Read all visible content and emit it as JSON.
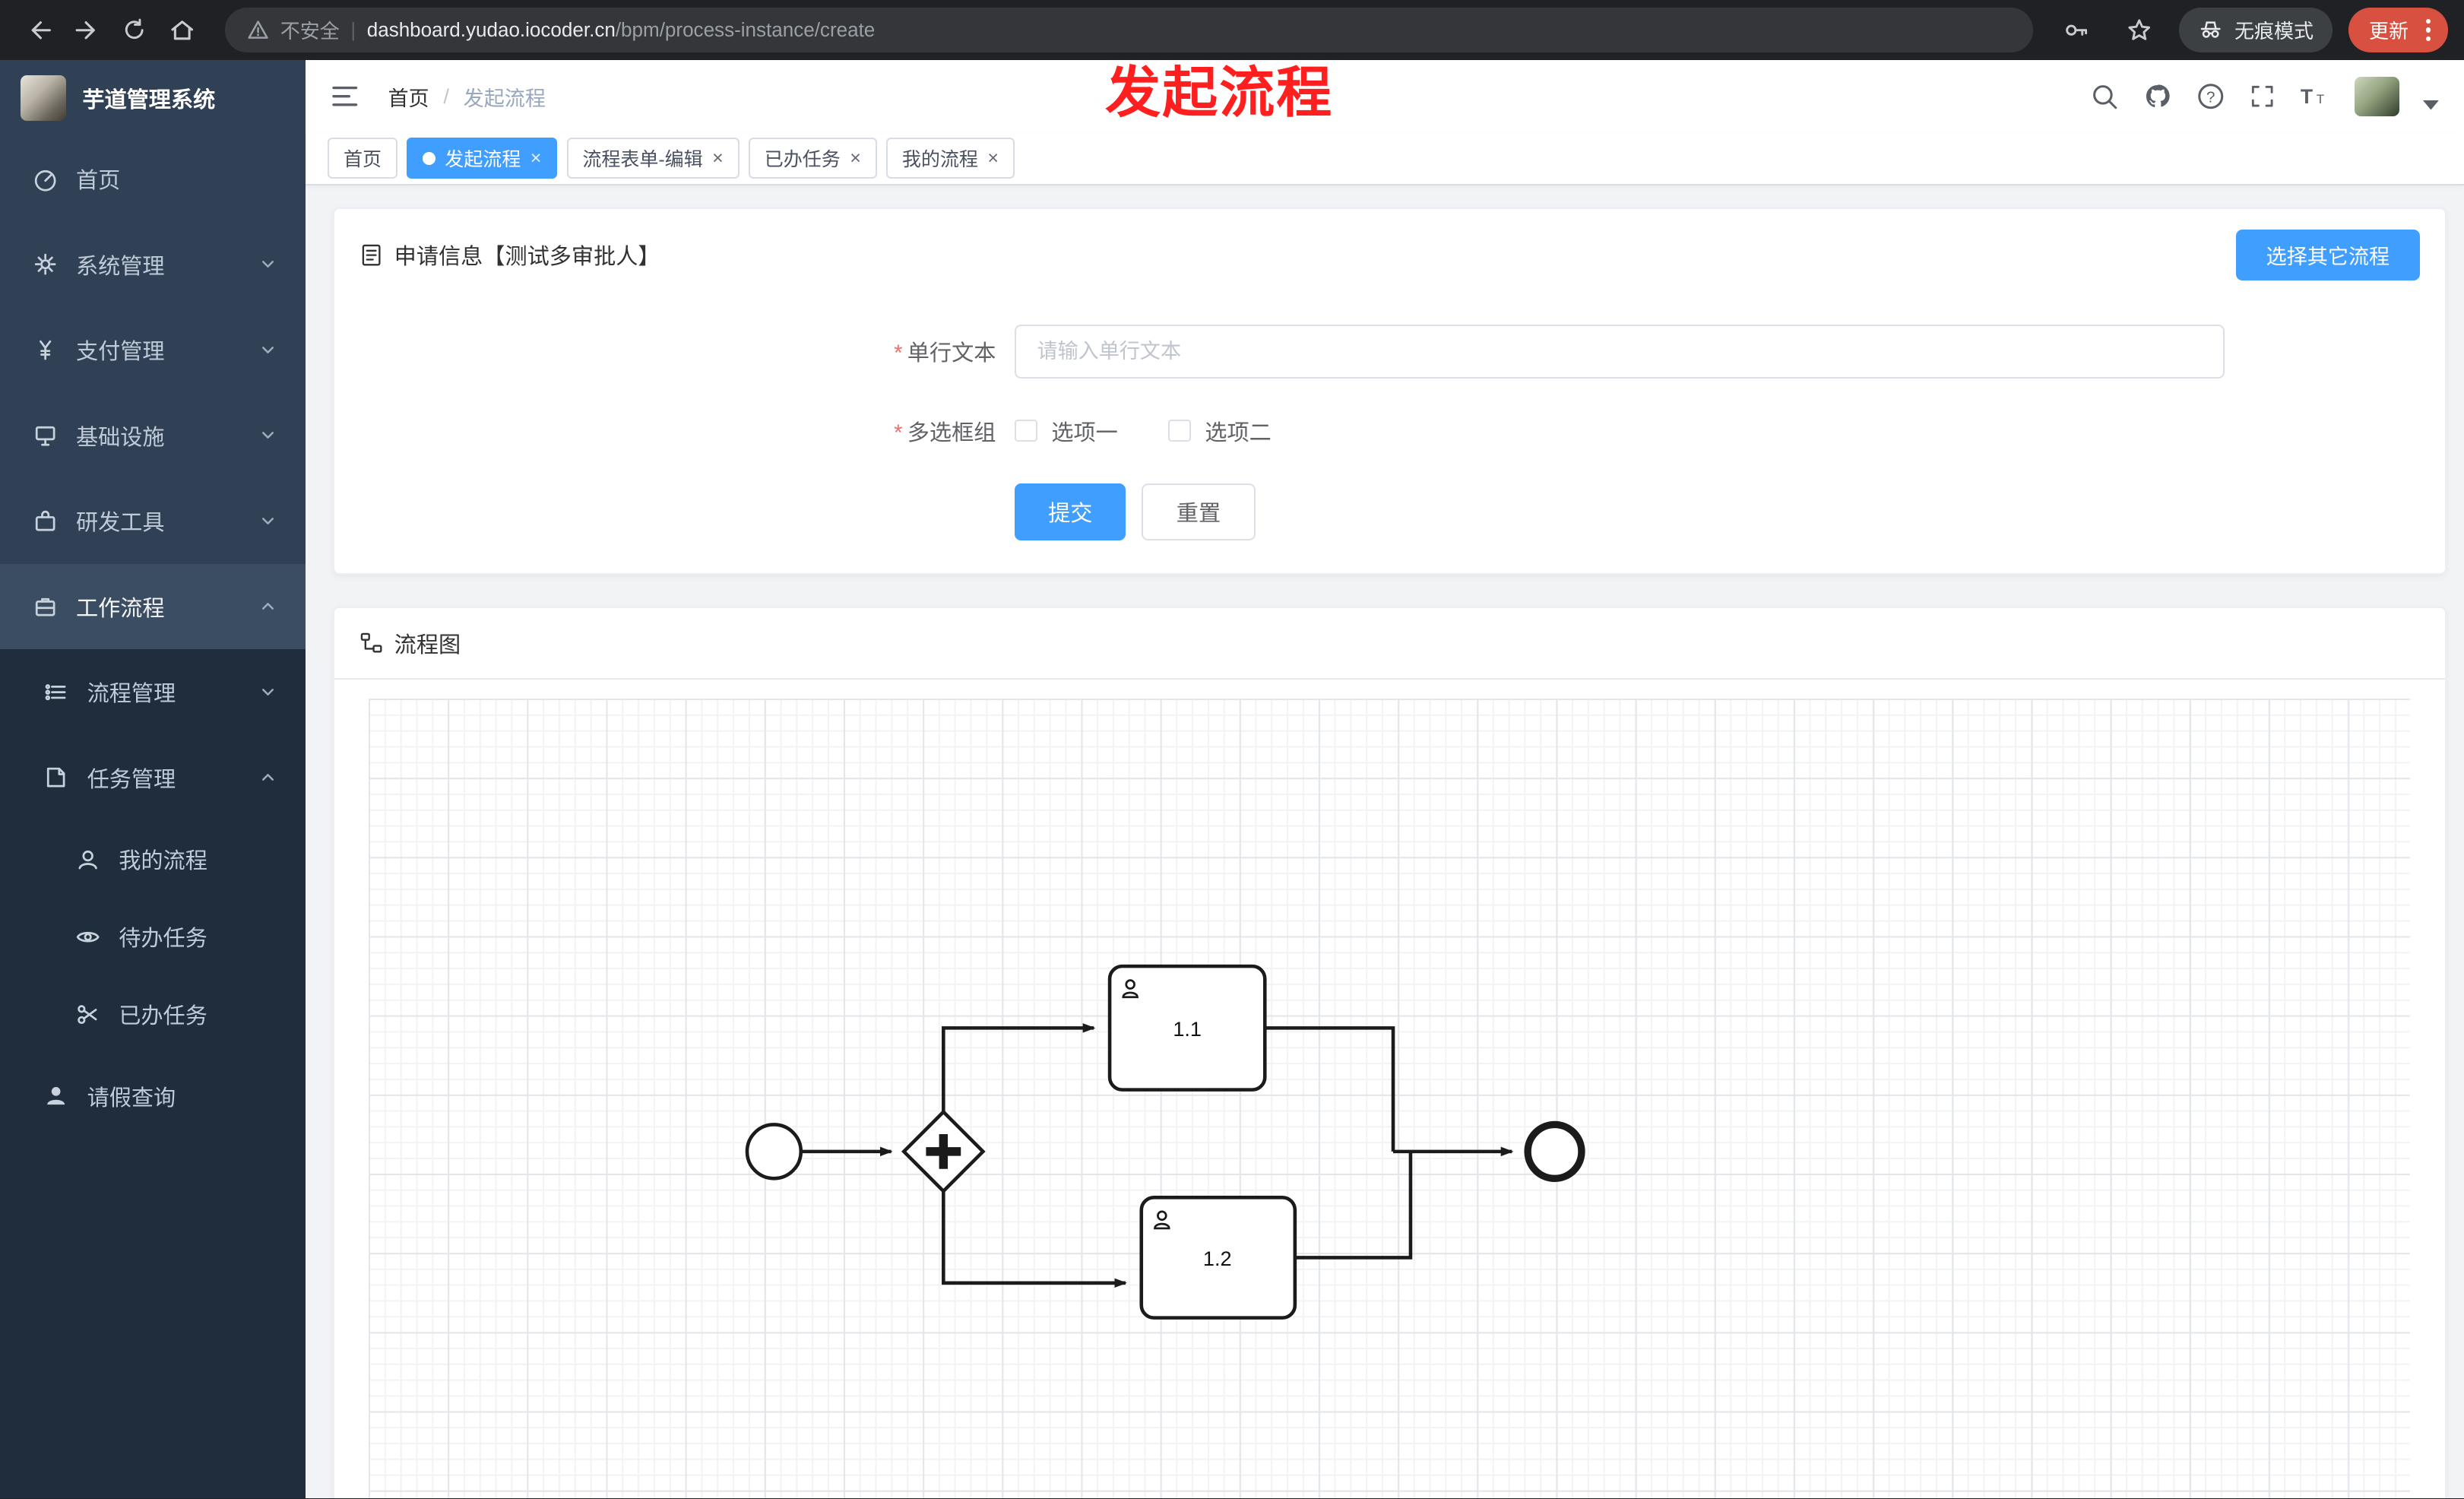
{
  "browser": {
    "security_label": "不安全",
    "url_domain": "dashboard.yudao.iocoder.cn",
    "url_path": "/bpm/process-instance/create",
    "incognito_label": "无痕模式",
    "update_label": "更新"
  },
  "annotation": {
    "text": "发起流程",
    "color": "#ff1f1f"
  },
  "sidebar": {
    "logo_title": "芋道管理系统",
    "items": [
      {
        "label": "首页",
        "level": 1,
        "icon": "dashboard-icon"
      },
      {
        "label": "系统管理",
        "level": 1,
        "icon": "gear-icon",
        "chevron": "down"
      },
      {
        "label": "支付管理",
        "level": 1,
        "icon": "payment-icon",
        "chevron": "down"
      },
      {
        "label": "基础设施",
        "level": 1,
        "icon": "infrastructure-icon",
        "chevron": "down"
      },
      {
        "label": "研发工具",
        "level": 1,
        "icon": "devtools-icon",
        "chevron": "down"
      },
      {
        "label": "工作流程",
        "level": 1,
        "icon": "workflow-icon",
        "chevron": "up",
        "active": true
      },
      {
        "label": "流程管理",
        "level": 2,
        "icon": "process-icon",
        "chevron": "down"
      },
      {
        "label": "任务管理",
        "level": 2,
        "icon": "task-icon",
        "chevron": "up"
      },
      {
        "label": "我的流程",
        "level": 3,
        "icon": "my-process-icon"
      },
      {
        "label": "待办任务",
        "level": 3,
        "icon": "todo-icon"
      },
      {
        "label": "已办任务",
        "level": 3,
        "icon": "done-icon"
      },
      {
        "label": "请假查询",
        "level": 2,
        "icon": "leave-icon"
      }
    ]
  },
  "header": {
    "breadcrumb": {
      "home": "首页",
      "current": "发起流程"
    }
  },
  "tabs": [
    {
      "label": "首页",
      "active": false,
      "closable": false
    },
    {
      "label": "发起流程",
      "active": true,
      "closable": true
    },
    {
      "label": "流程表单-编辑",
      "active": false,
      "closable": true
    },
    {
      "label": "已办任务",
      "active": false,
      "closable": true
    },
    {
      "label": "我的流程",
      "active": false,
      "closable": true
    }
  ],
  "form_card": {
    "title": "申请信息【测试多审批人】",
    "choose_other_button": "选择其它流程",
    "fields": [
      {
        "label": "单行文本",
        "required": true,
        "placeholder": "请输入单行文本",
        "value": ""
      },
      {
        "label": "多选框组",
        "required": true,
        "options": [
          {
            "label": "选项一",
            "checked": false
          },
          {
            "label": "选项二",
            "checked": false
          }
        ]
      }
    ],
    "submit_label": "提交",
    "reset_label": "重置"
  },
  "diagram_card": {
    "title": "流程图",
    "bpmn": {
      "start": "start-event",
      "gateway": "parallel-gateway",
      "tasks": [
        {
          "label": "1.1"
        },
        {
          "label": "1.2"
        }
      ],
      "end": "end-event"
    }
  },
  "ui": {
    "close_glyph": "×",
    "required_mark": "*",
    "breadcrumb_separator": "/",
    "url_separator": "|",
    "help_glyph": "?",
    "fontsize_glyph_large": "T",
    "fontsize_glyph_small": "T"
  },
  "colors": {
    "accent": "#409eff",
    "danger": "#f56c6c",
    "sidebar_bg": "#304156",
    "submenu_bg": "#1f2d3d",
    "update_button": "#d85140",
    "annotation": "#ff1f1f"
  }
}
